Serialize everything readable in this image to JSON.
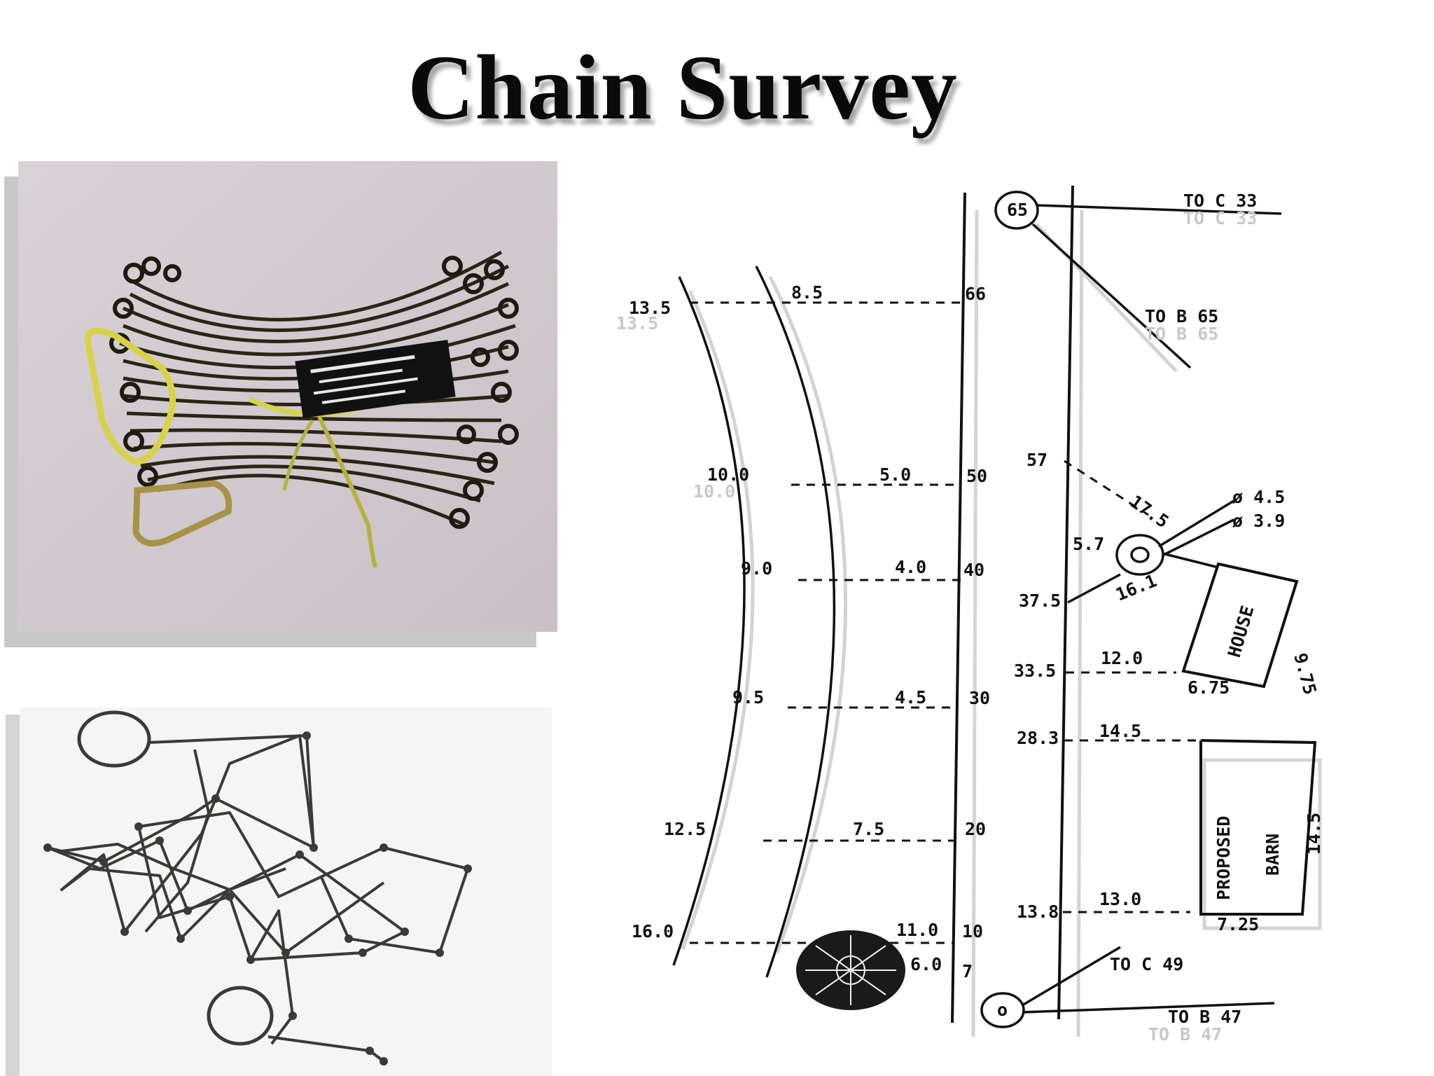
{
  "title": "Chain Survey",
  "colors": {
    "ink": "#111111",
    "ghost": "#c8c8c8",
    "photo_bg": "#d2cdd2",
    "brass": "#d8d24a"
  },
  "photos": {
    "top": {
      "subject": "bundled surveying chain",
      "icon": "chain-bundle-photo"
    },
    "bottom": {
      "subject": "loose surveying chain with handles",
      "icon": "chain-loose-photo"
    }
  },
  "diagram": {
    "chainline_labels": {
      "c66": "66",
      "c50": "50",
      "c40": "40",
      "c30": "30",
      "c20": "20",
      "c10": "10",
      "c7": "7"
    },
    "left_offsets": {
      "r135": "13.5",
      "r100": "10.0",
      "r90": "9.0",
      "r95": "9.5",
      "r125": "12.5",
      "r160": "16.0"
    },
    "inner_offsets": {
      "i85": "8.5",
      "i50": "5.0",
      "i40": "4.0",
      "i45": "4.5",
      "i75": "7.5",
      "i110": "11.0",
      "i60": "6.0"
    },
    "right_side": {
      "station_top": "65",
      "to_c_33": "TO C 33",
      "to_b_65": "TO B 65",
      "r57": "57",
      "r175": "17.5",
      "r45": "ø 4.5",
      "r39": "ø 3.9",
      "r57b": "5.7",
      "r161": "16.1",
      "r375": "37.5",
      "r335": "33.5",
      "r120": "12.0",
      "house": "HOUSE",
      "r975": "9.75",
      "r675": "6.75",
      "r283": "28.3",
      "r145": "14.5",
      "proposed": "PROPOSED",
      "barn": "BARN",
      "r145b": "14.5",
      "r138": "13.8",
      "r130": "13.0",
      "r725": "7.25",
      "to_c_49": "TO C 49",
      "to_b_47": "TO B 47",
      "station_bottom": "o"
    }
  }
}
